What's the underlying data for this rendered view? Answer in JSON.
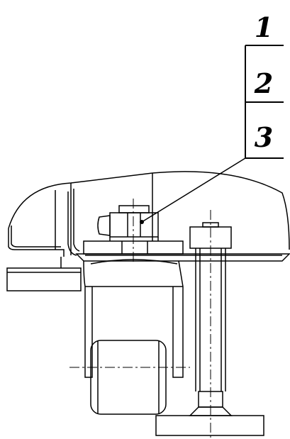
{
  "callouts": [
    {
      "label": "1"
    },
    {
      "label": "2"
    },
    {
      "label": "3"
    }
  ],
  "line_color": "#000000",
  "background_color": "#ffffff"
}
